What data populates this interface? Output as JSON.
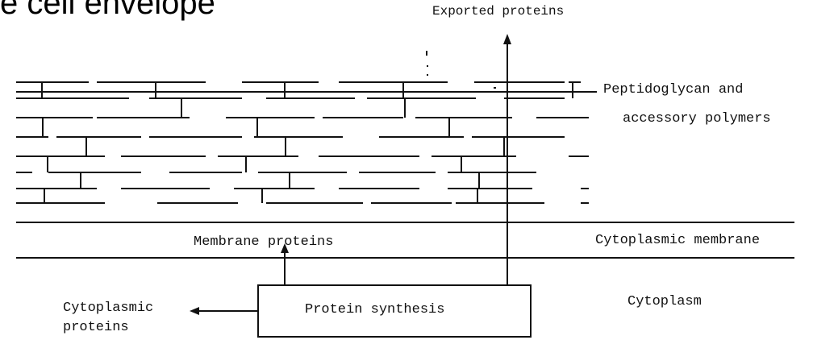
{
  "title": "e cell envelope",
  "labels": {
    "exported_proteins": "Exported proteins",
    "peptidoglycan_line1": "Peptidoglycan and",
    "peptidoglycan_line2": "accessory polymers",
    "membrane_proteins": "Membrane proteins",
    "cytoplasmic_membrane": "Cytoplasmic membrane",
    "cytoplasmic_proteins_line1": "Cytoplasmic",
    "cytoplasmic_proteins_line2": "proteins",
    "protein_synthesis": "Protein synthesis",
    "cytoplasm": "Cytoplasm"
  },
  "colors": {
    "ink": "#111111",
    "background": "#ffffff"
  }
}
